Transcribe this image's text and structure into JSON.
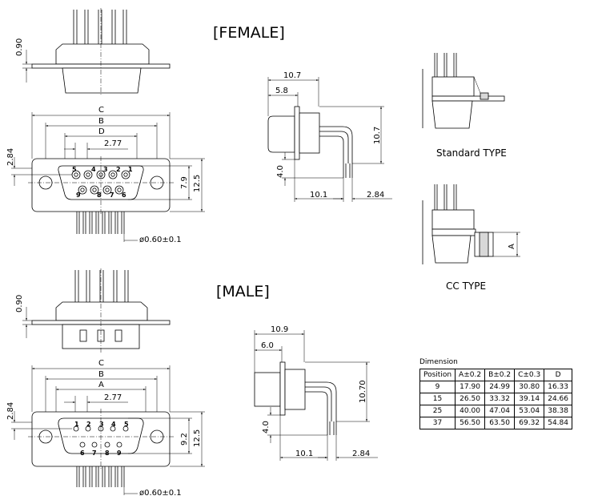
{
  "labels": {
    "female": "[FEMALE]",
    "male": "[MALE]",
    "standard_type": "Standard  TYPE",
    "cc_type": "CC  TYPE"
  },
  "female_front": {
    "dim_090": "0.90",
    "dim_C": "C",
    "dim_B": "B",
    "dim_D": "D",
    "dim_277": "2.77",
    "dim_284": "2.84",
    "dim_79": "7.9",
    "dim_125": "12.5",
    "pin_dia": "ø0.60±0.1",
    "pins_top": [
      "5",
      "4",
      "3",
      "2",
      "1"
    ],
    "pins_bottom": [
      "9",
      "8",
      "7",
      "6"
    ]
  },
  "female_side": {
    "dim_107_top": "10.7",
    "dim_58": "5.8",
    "dim_107_right": "10.7",
    "dim_40": "4.0",
    "dim_101": "10.1",
    "dim_284": "2.84"
  },
  "male_front": {
    "dim_090": "0.90",
    "dim_C": "C",
    "dim_B": "B",
    "dim_A": "A",
    "dim_277": "2.77",
    "dim_284": "2.84",
    "dim_92": "9.2",
    "dim_125": "12.5",
    "pin_dia": "ø0.60±0.1",
    "pins_top": [
      "1",
      "2",
      "3",
      "4",
      "5"
    ],
    "pins_bottom": [
      "6",
      "7",
      "8",
      "9"
    ]
  },
  "male_side": {
    "dim_109": "10.9",
    "dim_60": "6.0",
    "dim_1070": "10.70",
    "dim_40": "4.0",
    "dim_101": "10.1",
    "dim_284": "2.84"
  },
  "cc_type": {
    "dim_A": "A"
  },
  "table": {
    "caption": "Dimension",
    "headers": [
      "Position",
      "A±0.2",
      "B±0.2",
      "C±0.3",
      "D"
    ],
    "rows": [
      [
        "9",
        "17.90",
        "24.99",
        "30.80",
        "16.33"
      ],
      [
        "15",
        "26.50",
        "33.32",
        "39.14",
        "24.66"
      ],
      [
        "25",
        "40.00",
        "47.04",
        "53.04",
        "38.38"
      ],
      [
        "37",
        "56.50",
        "63.50",
        "69.32",
        "54.84"
      ]
    ]
  }
}
